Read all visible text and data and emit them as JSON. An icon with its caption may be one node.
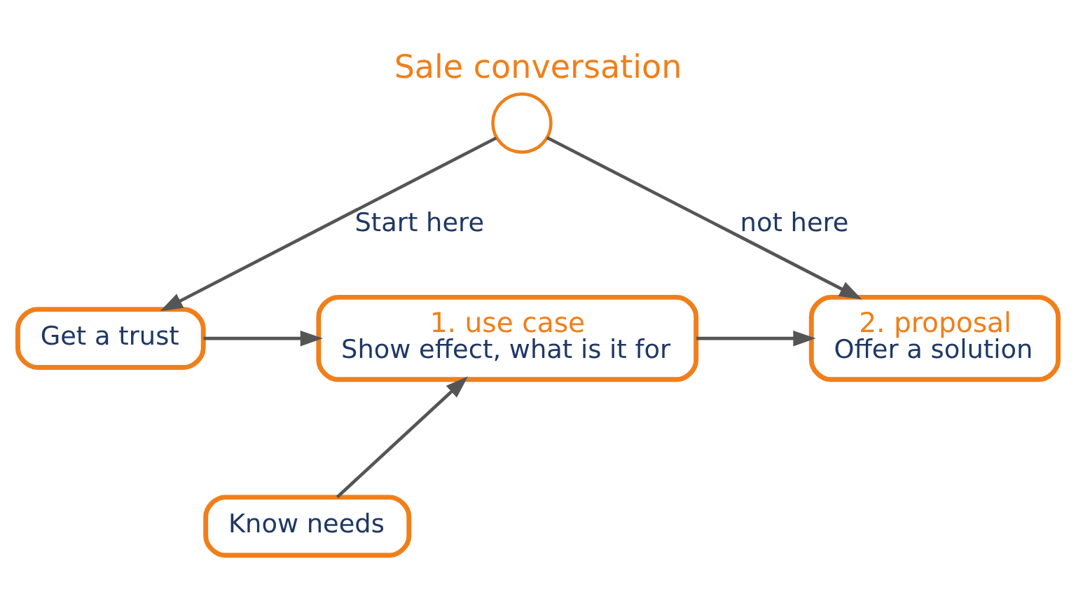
{
  "diagram": {
    "title": "Sale conversation",
    "nodes": [
      {
        "text": [],
        "shape": "person"
      },
      {
        "text": [
          "Get a trust"
        ]
      },
      {
        "text": [
          "Know needs"
        ]
      },
      {
        "text": [
          "1. use case",
          "Show effect, what is it for"
        ]
      },
      {
        "text": [
          "2. proposal",
          "Offer a solution"
        ]
      }
    ],
    "edges": [
      {
        "from": 0,
        "to": 1,
        "arrow": "to",
        "label": "Start here"
      },
      {
        "from": 0,
        "to": 4,
        "arrow": "to",
        "label": "not here"
      },
      {
        "from": 1,
        "to": 3,
        "arrow": "to"
      },
      {
        "from": 2,
        "to": 3,
        "arrow": "to"
      },
      {
        "from": 3,
        "to": 4,
        "arrow": "to"
      }
    ]
  }
}
